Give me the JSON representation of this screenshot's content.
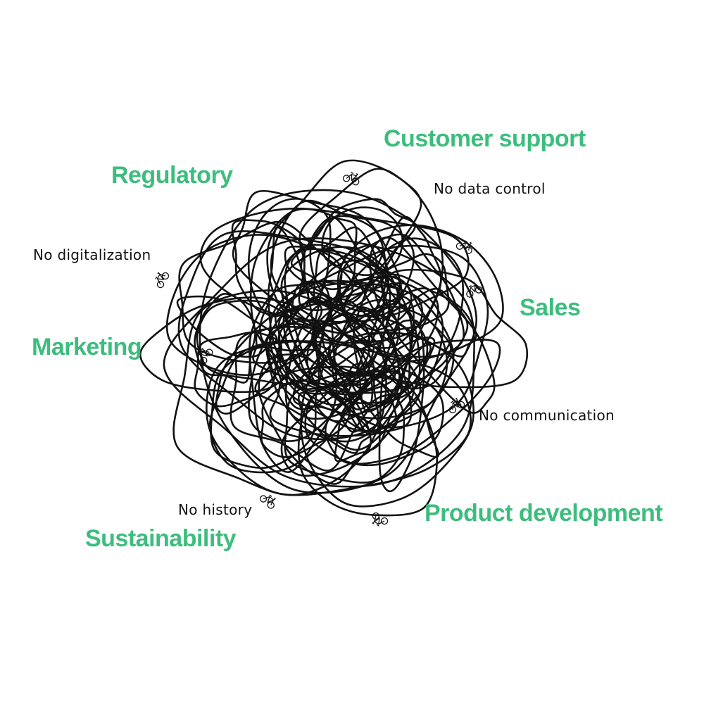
{
  "colors": {
    "accent_green": "#3dbd7d",
    "ink": "#111111",
    "background": "#ffffff"
  },
  "departments": [
    {
      "id": "customer-support",
      "label": "Customer support"
    },
    {
      "id": "regulatory",
      "label": "Regulatory"
    },
    {
      "id": "sales",
      "label": "Sales"
    },
    {
      "id": "marketing",
      "label": "Marketing"
    },
    {
      "id": "product-development",
      "label": "Product development"
    },
    {
      "id": "sustainability",
      "label": "Sustainability"
    }
  ],
  "pain_points": [
    {
      "id": "no-data-control",
      "label": "No data control"
    },
    {
      "id": "no-digitalization",
      "label": "No digitalization"
    },
    {
      "id": "no-communication",
      "label": "No communication"
    },
    {
      "id": "no-history",
      "label": "No history"
    }
  ],
  "icons": {
    "bike": "bicycle-icon",
    "tangle": "tangled-scribble"
  }
}
